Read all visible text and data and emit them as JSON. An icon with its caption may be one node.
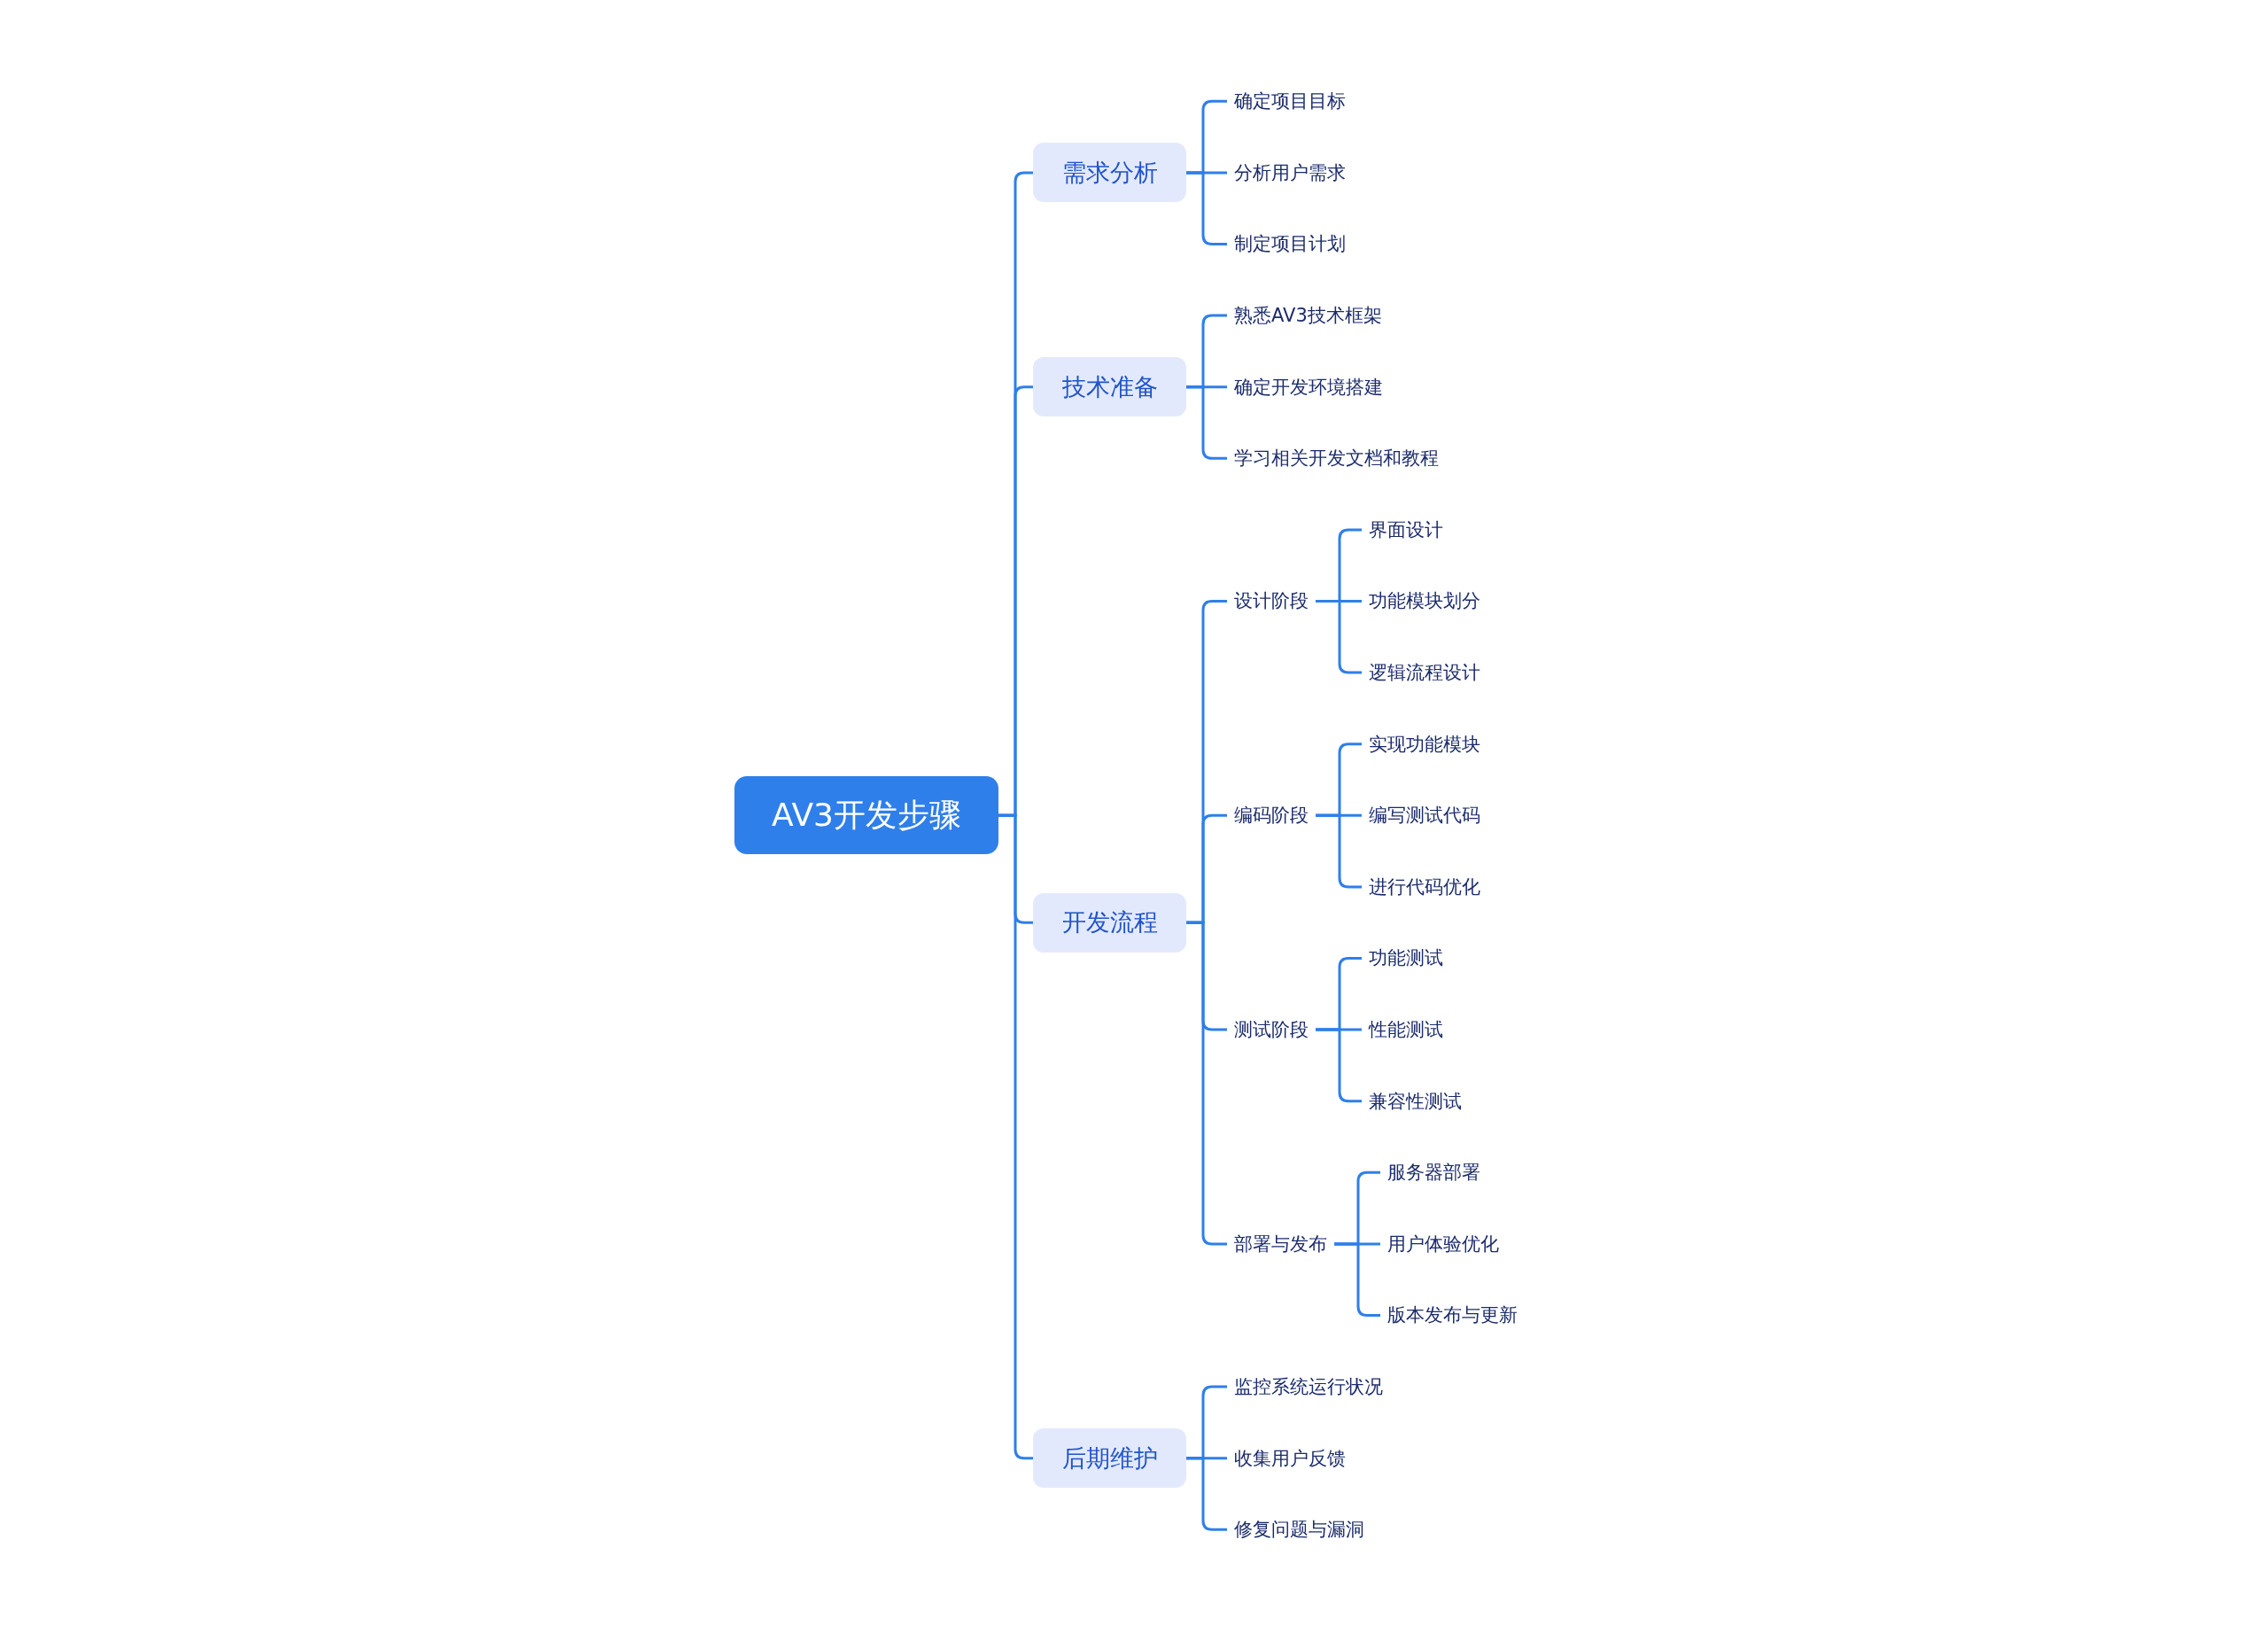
{
  "diagram": {
    "nodes": [
      {
        "text": [
          "AV3开发步骤"
        ]
      },
      {
        "text": [
          "需求分析"
        ]
      },
      {
        "text": [
          "确定项目目标"
        ]
      },
      {
        "text": [
          "分析用户需求"
        ]
      },
      {
        "text": [
          "制定项目计划"
        ]
      },
      {
        "text": [
          "技术准备"
        ]
      },
      {
        "text": [
          "熟悉AV3技术框架"
        ]
      },
      {
        "text": [
          "确定开发环境搭建"
        ]
      },
      {
        "text": [
          "学习相关开发文档和教程"
        ]
      },
      {
        "text": [
          "开发流程"
        ]
      },
      {
        "text": [
          "设计阶段"
        ]
      },
      {
        "text": [
          "界面设计"
        ]
      },
      {
        "text": [
          "功能模块划分"
        ]
      },
      {
        "text": [
          "逻辑流程设计"
        ]
      },
      {
        "text": [
          "编码阶段"
        ]
      },
      {
        "text": [
          "实现功能模块"
        ]
      },
      {
        "text": [
          "编写测试代码"
        ]
      },
      {
        "text": [
          "进行代码优化"
        ]
      },
      {
        "text": [
          "测试阶段"
        ]
      },
      {
        "text": [
          "功能测试"
        ]
      },
      {
        "text": [
          "性能测试"
        ]
      },
      {
        "text": [
          "兼容性测试"
        ]
      },
      {
        "text": [
          "部署与发布"
        ]
      },
      {
        "text": [
          "服务器部署"
        ]
      },
      {
        "text": [
          "用户体验优化"
        ]
      },
      {
        "text": [
          "版本发布与更新"
        ]
      },
      {
        "text": [
          "后期维护"
        ]
      },
      {
        "text": [
          "监控系统运行状况"
        ]
      },
      {
        "text": [
          "收集用户反馈"
        ]
      },
      {
        "text": [
          "修复问题与漏洞"
        ]
      }
    ],
    "edges": [
      {
        "from": 0,
        "to": 1,
        "arrow": "none"
      },
      {
        "from": 1,
        "to": 2,
        "arrow": "none"
      },
      {
        "from": 1,
        "to": 3,
        "arrow": "none"
      },
      {
        "from": 1,
        "to": 4,
        "arrow": "none"
      },
      {
        "from": 0,
        "to": 5,
        "arrow": "none"
      },
      {
        "from": 5,
        "to": 6,
        "arrow": "none"
      },
      {
        "from": 5,
        "to": 7,
        "arrow": "none"
      },
      {
        "from": 5,
        "to": 8,
        "arrow": "none"
      },
      {
        "from": 0,
        "to": 9,
        "arrow": "none"
      },
      {
        "from": 9,
        "to": 10,
        "arrow": "none"
      },
      {
        "from": 10,
        "to": 11,
        "arrow": "none"
      },
      {
        "from": 10,
        "to": 12,
        "arrow": "none"
      },
      {
        "from": 10,
        "to": 13,
        "arrow": "none"
      },
      {
        "from": 9,
        "to": 14,
        "arrow": "none"
      },
      {
        "from": 14,
        "to": 15,
        "arrow": "none"
      },
      {
        "from": 14,
        "to": 16,
        "arrow": "none"
      },
      {
        "from": 14,
        "to": 17,
        "arrow": "none"
      },
      {
        "from": 9,
        "to": 18,
        "arrow": "none"
      },
      {
        "from": 18,
        "to": 19,
        "arrow": "none"
      },
      {
        "from": 18,
        "to": 20,
        "arrow": "none"
      },
      {
        "from": 18,
        "to": 21,
        "arrow": "none"
      },
      {
        "from": 9,
        "to": 22,
        "arrow": "none"
      },
      {
        "from": 22,
        "to": 23,
        "arrow": "none"
      },
      {
        "from": 22,
        "to": 24,
        "arrow": "none"
      },
      {
        "from": 22,
        "to": 25,
        "arrow": "none"
      },
      {
        "from": 0,
        "to": 26,
        "arrow": "none"
      },
      {
        "from": 26,
        "to": 27,
        "arrow": "none"
      },
      {
        "from": 26,
        "to": 28,
        "arrow": "none"
      },
      {
        "from": 26,
        "to": 29,
        "arrow": "none"
      }
    ]
  }
}
